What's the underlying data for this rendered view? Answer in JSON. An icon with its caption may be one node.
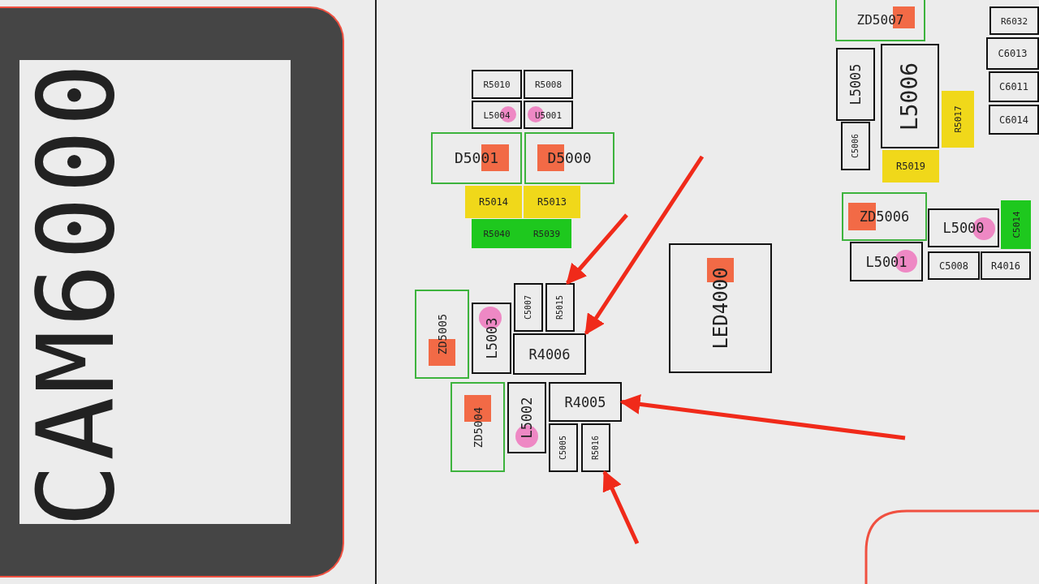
{
  "diagram": {
    "nodes": [
      {
        "text": [
          "CAM6000"
        ]
      },
      {
        "text": [
          "R5010"
        ]
      },
      {
        "text": [
          "R5008"
        ]
      },
      {
        "text": [
          "L5004"
        ]
      },
      {
        "text": [
          "U5001"
        ]
      },
      {
        "text": [
          "D5001"
        ]
      },
      {
        "text": [
          "D5000"
        ]
      },
      {
        "text": [
          "R5014"
        ]
      },
      {
        "text": [
          "R5013"
        ]
      },
      {
        "text": [
          "R5040"
        ]
      },
      {
        "text": [
          "R5039"
        ]
      },
      {
        "text": [
          "ZD5005"
        ]
      },
      {
        "text": [
          "L5003"
        ]
      },
      {
        "text": [
          "C5007"
        ]
      },
      {
        "text": [
          "R5015"
        ]
      },
      {
        "text": [
          "R4006"
        ]
      },
      {
        "text": [
          "ZD5004"
        ]
      },
      {
        "text": [
          "L5002"
        ]
      },
      {
        "text": [
          "R4005"
        ]
      },
      {
        "text": [
          "C5005"
        ]
      },
      {
        "text": [
          "R5016"
        ]
      },
      {
        "text": [
          "LED4000"
        ]
      },
      {
        "text": [
          "ZD5007"
        ]
      },
      {
        "text": [
          "L5005"
        ]
      },
      {
        "text": [
          "L5006"
        ]
      },
      {
        "text": [
          "R5017"
        ]
      },
      {
        "text": [
          "C5006"
        ]
      },
      {
        "text": [
          "R5019"
        ]
      },
      {
        "text": [
          "R6032"
        ]
      },
      {
        "text": [
          "C6013"
        ]
      },
      {
        "text": [
          "C6011"
        ]
      },
      {
        "text": [
          "C6014"
        ]
      },
      {
        "text": [
          "ZD5006"
        ]
      },
      {
        "text": [
          "L5000"
        ]
      },
      {
        "text": [
          "C5014"
        ]
      },
      {
        "text": [
          "L5001"
        ]
      },
      {
        "text": [
          "C5008"
        ]
      },
      {
        "text": [
          "R4016"
        ]
      }
    ],
    "edges": [
      {
        "from": null,
        "to": 14,
        "arrow": "to",
        "color": "#f02a1a"
      },
      {
        "from": null,
        "to": 15,
        "arrow": "to",
        "color": "#f02a1a"
      },
      {
        "from": null,
        "to": 18,
        "arrow": "to",
        "color": "#f02a1a"
      },
      {
        "from": null,
        "to": 20,
        "arrow": "to",
        "color": "#f02a1a"
      }
    ]
  }
}
